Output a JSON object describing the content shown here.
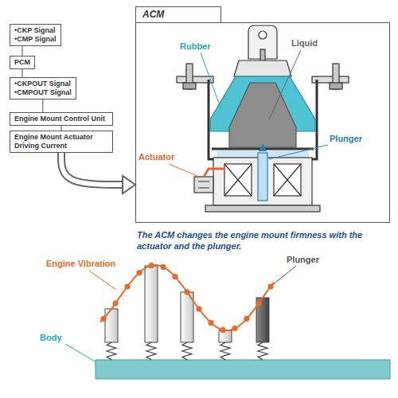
{
  "diagram": {
    "caption": "The ACM changes the engine mount firmness with the actuator and the plunger.",
    "nodes": [
      {
        "text": [
          "•CKP Signal",
          "•CMP Signal"
        ]
      },
      {
        "text": [
          "PCM"
        ]
      },
      {
        "text": [
          "•CKPOUT Signal",
          "•CMPOUT Signal"
        ]
      },
      {
        "text": [
          "Engine Mount Control Unit"
        ]
      },
      {
        "text": [
          "Engine Mount Actuator Driving Current"
        ]
      },
      {
        "text": [
          "ACM"
        ]
      }
    ],
    "edges": [
      {
        "from": 0,
        "to": 1,
        "arrow": "none"
      },
      {
        "from": 1,
        "to": 2,
        "arrow": "none"
      },
      {
        "from": 2,
        "to": 3,
        "arrow": "none"
      },
      {
        "from": 3,
        "to": 4,
        "arrow": "none"
      },
      {
        "from": 4,
        "to": 5,
        "arrow": "to"
      }
    ],
    "labels": [
      "Rubber",
      "Liquid",
      "Actuator",
      "Plunger",
      "Engine Vibration",
      "Plunger",
      "Body"
    ]
  }
}
